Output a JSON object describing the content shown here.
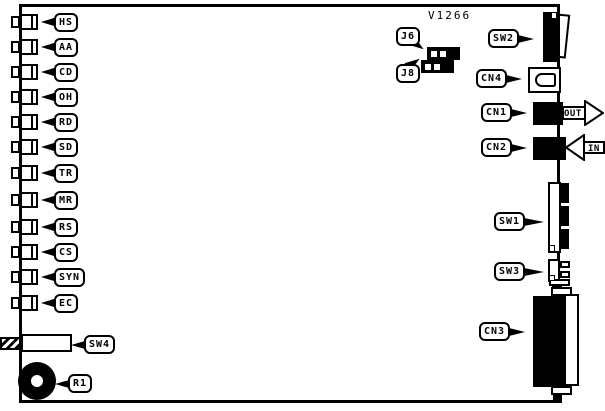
{
  "board": {
    "part_number": "V1266",
    "leds": [
      "HS",
      "AA",
      "CD",
      "OH",
      "RD",
      "SD",
      "TR",
      "MR",
      "RS",
      "CS",
      "SYN",
      "EC"
    ],
    "labels": {
      "j6": "J6",
      "j8": "J8",
      "sw1": "SW1",
      "sw2": "SW2",
      "sw3": "SW3",
      "sw4": "SW4",
      "cn1": "CN1",
      "cn2": "CN2",
      "cn3": "CN3",
      "cn4": "CN4",
      "r1": "R1"
    },
    "ports": {
      "out": "OUT",
      "in": "IN"
    },
    "colors": {
      "line": "#000000",
      "background": "#ffffff"
    }
  }
}
